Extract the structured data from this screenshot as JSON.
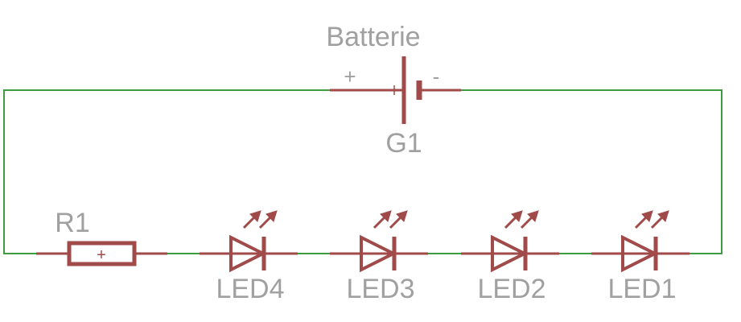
{
  "battery": {
    "value": "Batterie",
    "name": "G1",
    "plus": "+",
    "minus": "-"
  },
  "resistor": {
    "name": "R1",
    "mark": "+"
  },
  "leds": [
    "LED4",
    "LED3",
    "LED2",
    "LED1"
  ],
  "colors": {
    "wire": "#3f9b3f",
    "component": "#a04a4a",
    "label": "#a0a0a0",
    "background": "#ffffff"
  }
}
